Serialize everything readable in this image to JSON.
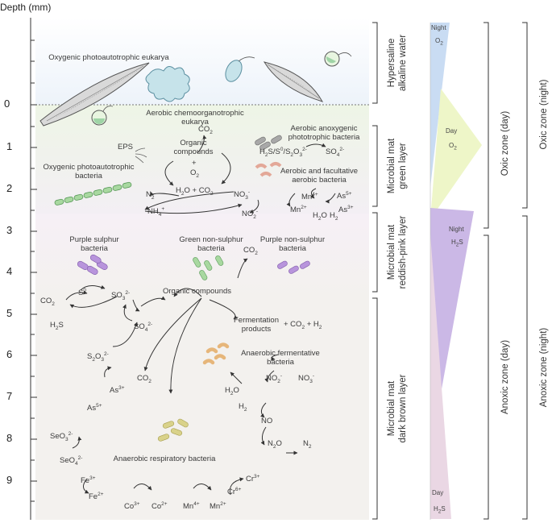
{
  "axis": {
    "label": "Depth (mm)",
    "ticks": [
      "0",
      "1",
      "2",
      "3",
      "4",
      "5",
      "6",
      "7",
      "8",
      "9"
    ]
  },
  "colors": {
    "water": "#edf3fa",
    "green_layer": "#eef5e6",
    "pink_layer": "#f6f0f5",
    "brown_layer": "#f3f1ee",
    "o2_night": "#c9dcf3",
    "o2_day": "#eef6c8",
    "h2s_night": "#cbb8e6",
    "h2s_day": "#ead7e4",
    "cyan_cell": "#c6e3ea",
    "green_cell": "#9fd4a6",
    "gray_cell": "#a8a8a8",
    "red_cell": "#e3a898",
    "purple_cell": "#b894dc",
    "lgreen_cell": "#a8d8a0",
    "orange_cell": "#e6b67a",
    "yellow_cell": "#d9d28a"
  },
  "organisms": {
    "eukarya_photo": "Oxygenic photoautotrophic eukarya",
    "eukarya_chemo_1": "Aerobic chemoorganotrophic",
    "eukarya_chemo_2": "eukarya",
    "bacteria_photo_1": "Oxygenic photoautotrophic",
    "bacteria_photo_2": "bacteria",
    "anoxygenic_1": "Aerobic anoxygenic",
    "anoxygenic_2": "phototrophic bacteria",
    "facultative_1": "Aerobic and facultative",
    "facultative_2": "aerobic bacteria",
    "purple_sulphur_1": "Purple sulphur",
    "purple_sulphur_2": "bacteria",
    "green_non_1": "Green non-sulphur",
    "green_non_2": "bacteria",
    "purple_non_1": "Purple non-sulphur",
    "purple_non_2": "bacteria",
    "fermentative_1": "Anaerobic fermentative",
    "fermentative_2": "bacteria",
    "respiratory": "Anaerobic respiratory bacteria"
  },
  "chemistry": {
    "eps": "EPS",
    "co2": "CO",
    "organic_1": "Organic",
    "organic_2": "compounds",
    "plus": "+",
    "o2": "O",
    "h2o_co2": "H",
    "n2": "N",
    "nh4": "NH",
    "no3": "NO",
    "no2": "NO",
    "sulfur_chain": "H",
    "so4": "SO",
    "mn4": "Mn",
    "mn2": "Mn",
    "h2o": "H",
    "h2": "H",
    "as5": "As",
    "as3": "As",
    "organic_compounds": "Organic compounds",
    "fermentation_1": "Fermentation",
    "fermentation_2": "products",
    "fermentation_rest": "+ CO",
    "s0": "S",
    "so3": "SO",
    "h2s": "H",
    "s2o3": "S",
    "no": "NO",
    "n2o": "N",
    "seo3": "SeO",
    "seo4": "SeO",
    "fe3": "Fe",
    "fe2": "Fe",
    "co3": "Co",
    "co2ion": "Co",
    "mn4b": "Mn",
    "mn2b": "Mn",
    "cr6": "Cr",
    "cr3": "Cr"
  },
  "layers": {
    "water_1": "Hypersaline",
    "water_2": "alkaline water",
    "green_1": "Microbial mat",
    "green_2": "green layer",
    "pink_1": "Microbial mat",
    "pink_2": "reddish-pink layer",
    "brown_1": "Microbial mat",
    "brown_2": "dark brown layer"
  },
  "profiles": {
    "night": "Night",
    "day": "Day",
    "o2": "O",
    "h2s": "H"
  },
  "zones": {
    "oxic_day": "Oxic zone (day)",
    "oxic_night": "Oxic zone (night)",
    "anoxic_day": "Anoxic zone (day)",
    "anoxic_night": "Anoxic zone (night)"
  }
}
